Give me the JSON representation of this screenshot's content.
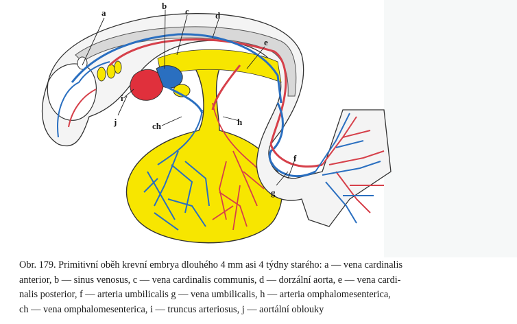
{
  "figure": {
    "labels": {
      "a": "a",
      "b": "b",
      "c": "c",
      "d": "d",
      "e": "e",
      "f": "f",
      "g": "g",
      "h": "h",
      "i": "i",
      "j": "j",
      "ch": "ch"
    },
    "colors": {
      "vein": "#2a6fc0",
      "artery": "#d6404a",
      "yolk": "#f7e600",
      "heart": "#e0303c",
      "outline": "#333333",
      "background_page": "#ffffff"
    }
  },
  "caption": {
    "line1": "Obr. 179. Primitivní oběh krevní embrya dlouhého 4 mm asi 4 týdny starého: a — vena cardinalis",
    "line2": "anterior, b — sinus venosus, c — vena cardinalis communis, d — dorzální aorta, e — vena cardi-",
    "line3": "nalis posterior, f — arteria umbilicalis g — vena umbilicalis, h — arteria omphalomesenterica,",
    "line4": "ch — vena omphalomesenterica, i — truncus arteriosus, j — aortální oblouky"
  }
}
